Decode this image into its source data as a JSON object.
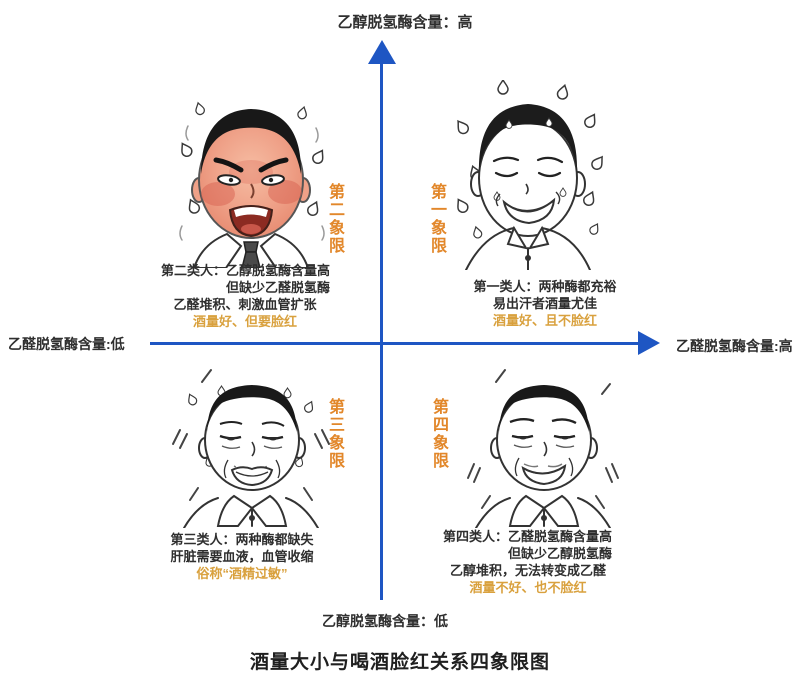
{
  "title": "酒量大小与喝酒脸红关系四象限图",
  "axes": {
    "top": "乙醇脱氢酶含量：高",
    "bottom": "乙醇脱氢酶含量：低",
    "left": "乙醛脱氢酶含量:低",
    "right": "乙醛脱氢酶含量:高"
  },
  "colors": {
    "axis_blue": "#1e56c3",
    "quadrant_label_orange": "#e2872a",
    "highlight_orange": "#d9a13e",
    "flushed_face": "#efa188",
    "text_black": "#2f2f2f"
  },
  "quadrants": [
    {
      "name": "first",
      "label": "第一象限",
      "figure": "sweating-smiling-man",
      "lines": [
        "第一类人：两种酶都充裕",
        "易出汗者酒量尤佳"
      ],
      "highlight": "酒量好、且不脸红"
    },
    {
      "name": "second",
      "label": "第二象限",
      "figure": "flushed-angry-man",
      "lines": [
        "第二类人：乙醇脱氢酶含量高",
        "但缺少乙醛脱氢酶",
        "乙醛堆积、刺激血管扩张"
      ],
      "highlight": "酒量好、但要脸红"
    },
    {
      "name": "third",
      "label": "第三象限",
      "figure": "pale-trembling-man",
      "lines": [
        "第三类人：两种酶都缺失",
        "肝脏需要血液，血管收缩"
      ],
      "highlight": "俗称“酒精过敏”"
    },
    {
      "name": "fourth",
      "label": "第四象限",
      "figure": "dazed-drowsy-man",
      "lines": [
        "第四类人：乙醛脱氢酶含量高",
        "但缺少乙醇脱氢酶",
        "乙醇堆积，无法转变成乙醛"
      ],
      "highlight": "酒量不好、也不脸红"
    }
  ]
}
